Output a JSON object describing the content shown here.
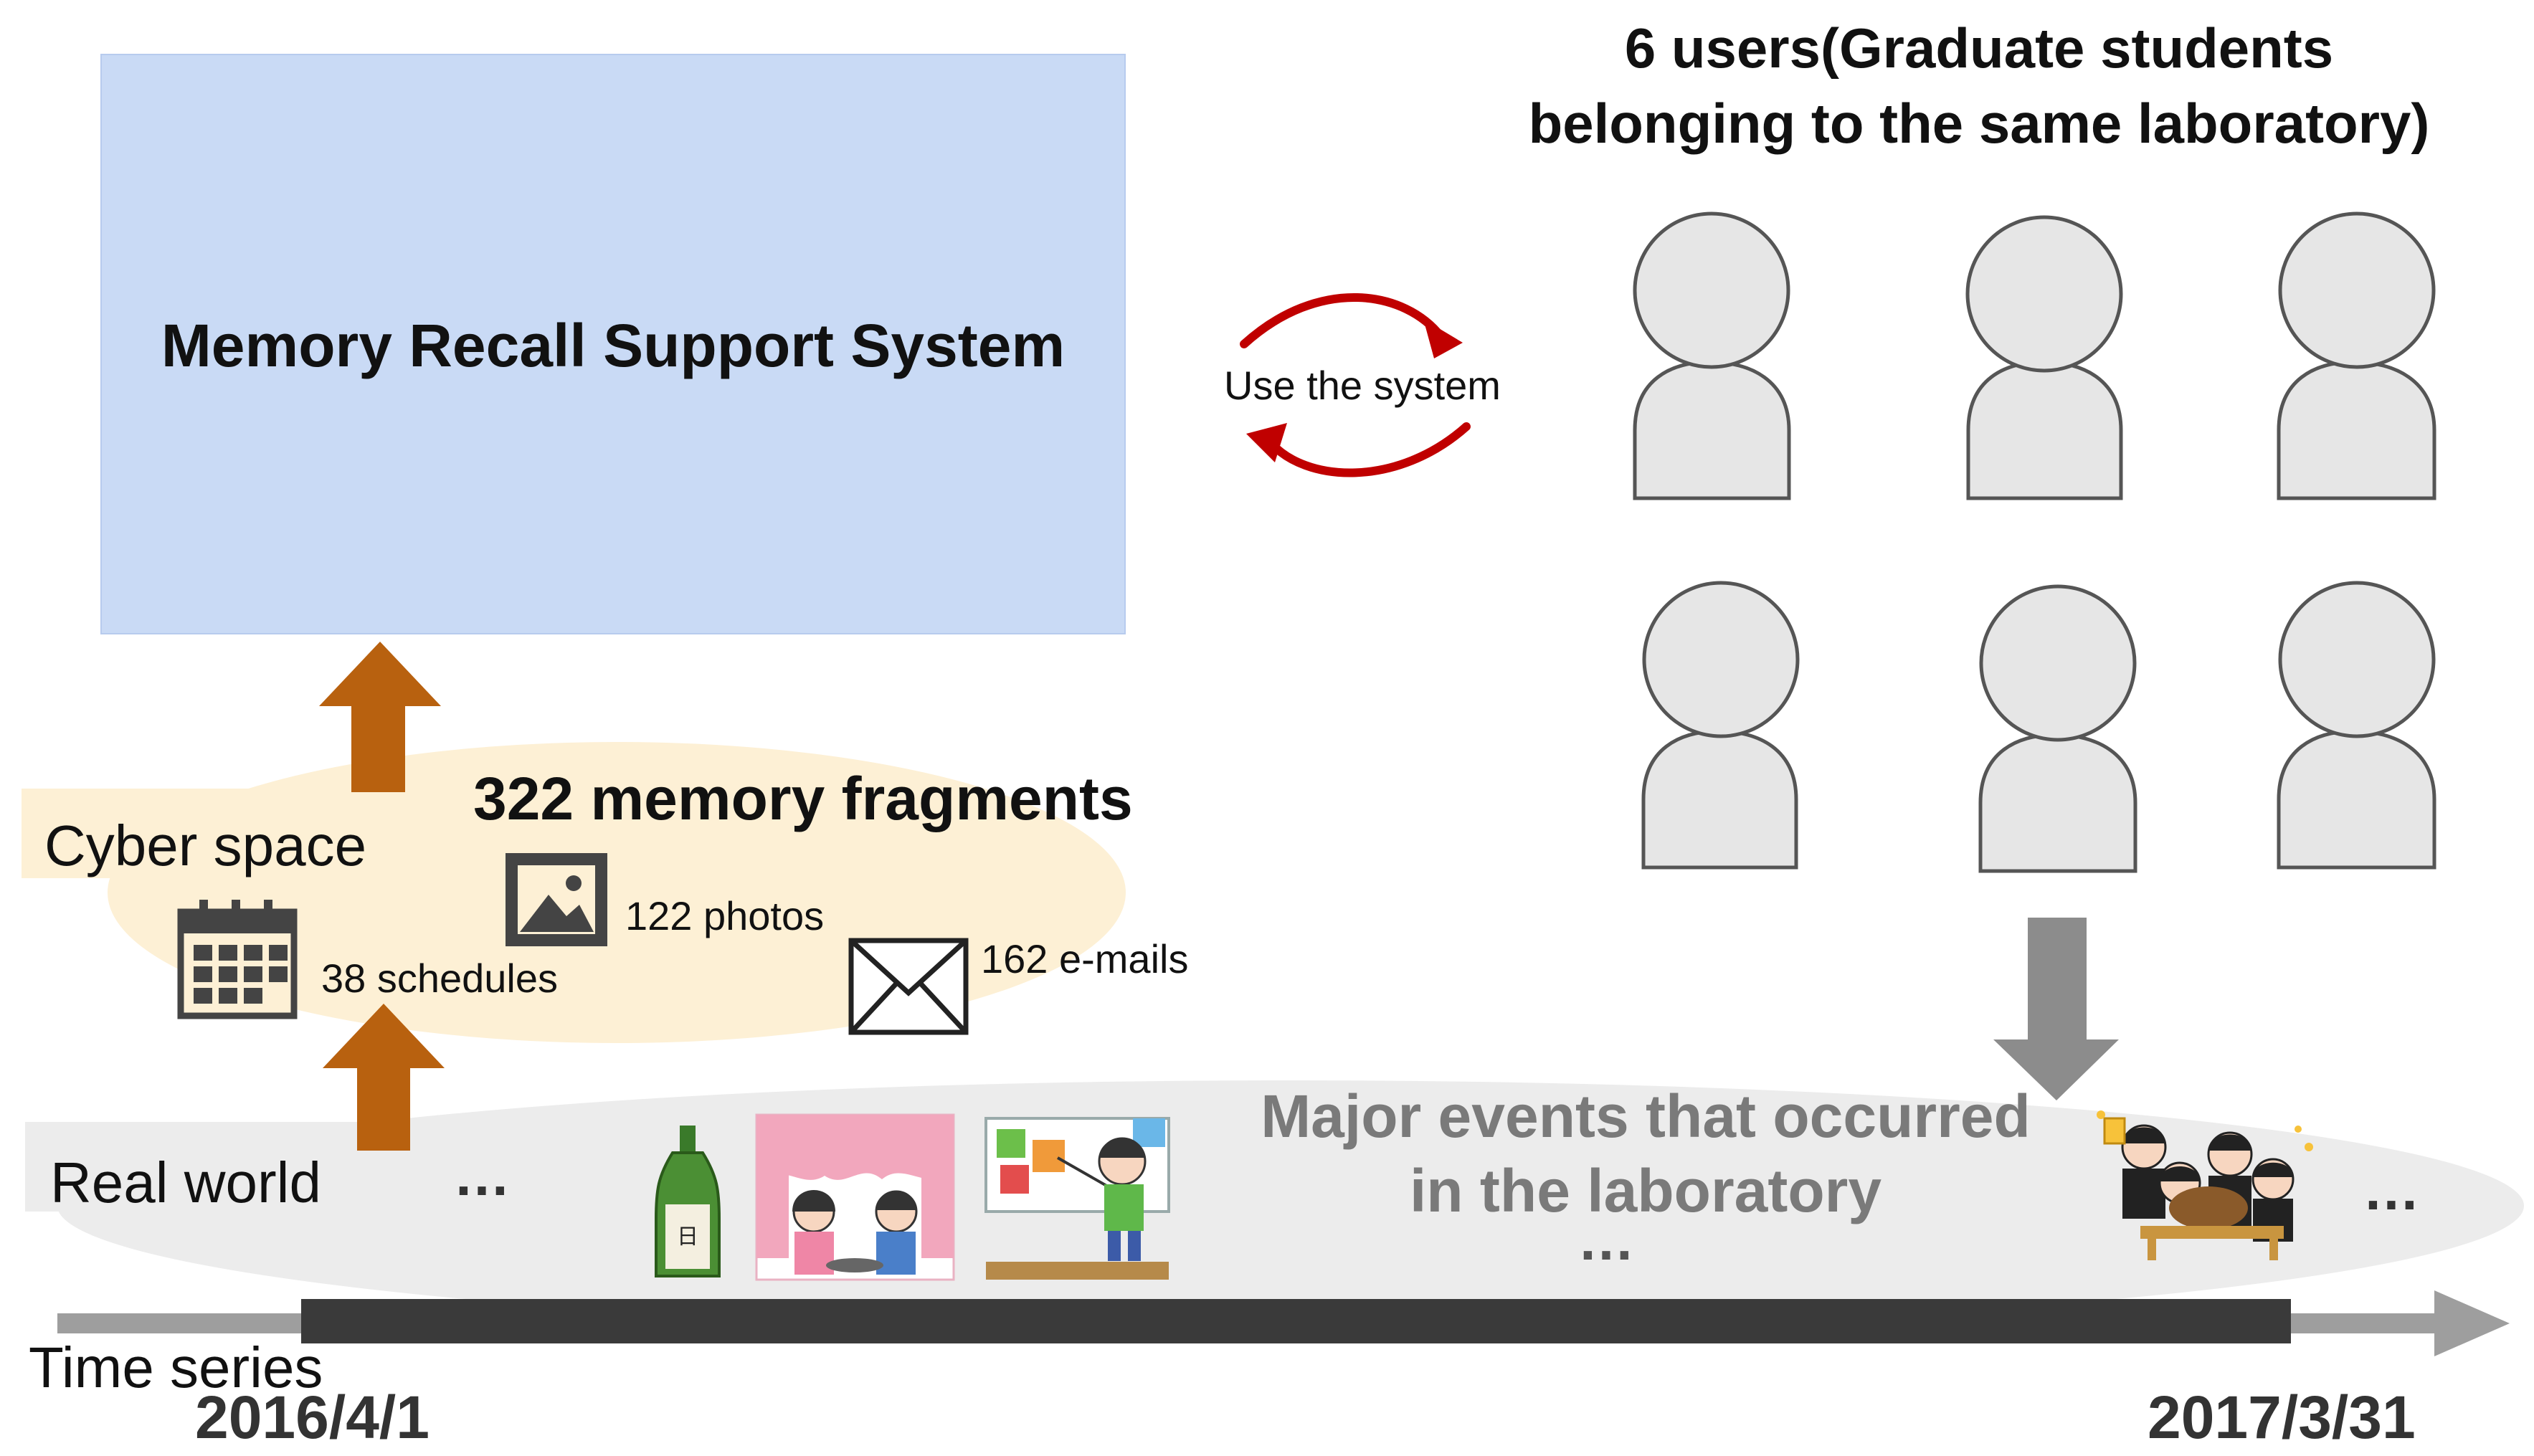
{
  "system": {
    "title": "Memory Recall Support System"
  },
  "use_cycle": {
    "label": "Use the system",
    "arrow_color": "#c00000"
  },
  "users": {
    "title_line1": "6 users(Graduate students",
    "title_line2": "belonging to the same laboratory)",
    "icon_fill": "#e6e6e6",
    "icon_stroke": "#555555"
  },
  "cyber_space": {
    "label": "Cyber space",
    "total_label": "322 memory fragments",
    "items": [
      {
        "icon": "photo-icon",
        "label": "122 photos"
      },
      {
        "icon": "calendar-icon",
        "label": "38 schedules"
      },
      {
        "icon": "envelope-icon",
        "label": "162 e-mails"
      }
    ],
    "band_color": "#fdf0d5"
  },
  "real_world": {
    "label": "Real world",
    "ellipsis": "…",
    "events_title_line1": "Major events that occurred",
    "events_title_line2": "in the laboratory",
    "events": [
      {
        "icon": "sake-bottle-icon"
      },
      {
        "icon": "cherry-blossom-viewing-icon"
      },
      {
        "icon": "presentation-icon"
      },
      {
        "icon": "party-celebration-icon"
      }
    ],
    "band_color": "#ececec"
  },
  "timeline": {
    "label": "Time series",
    "start": "2016/4/1",
    "end": "2017/3/31"
  },
  "colors": {
    "upward_arrow": "#b8610f",
    "down_arrow": "#8c8c8c",
    "timeline_bar": "#3a3a3a",
    "timeline_track": "#9e9e9e"
  }
}
